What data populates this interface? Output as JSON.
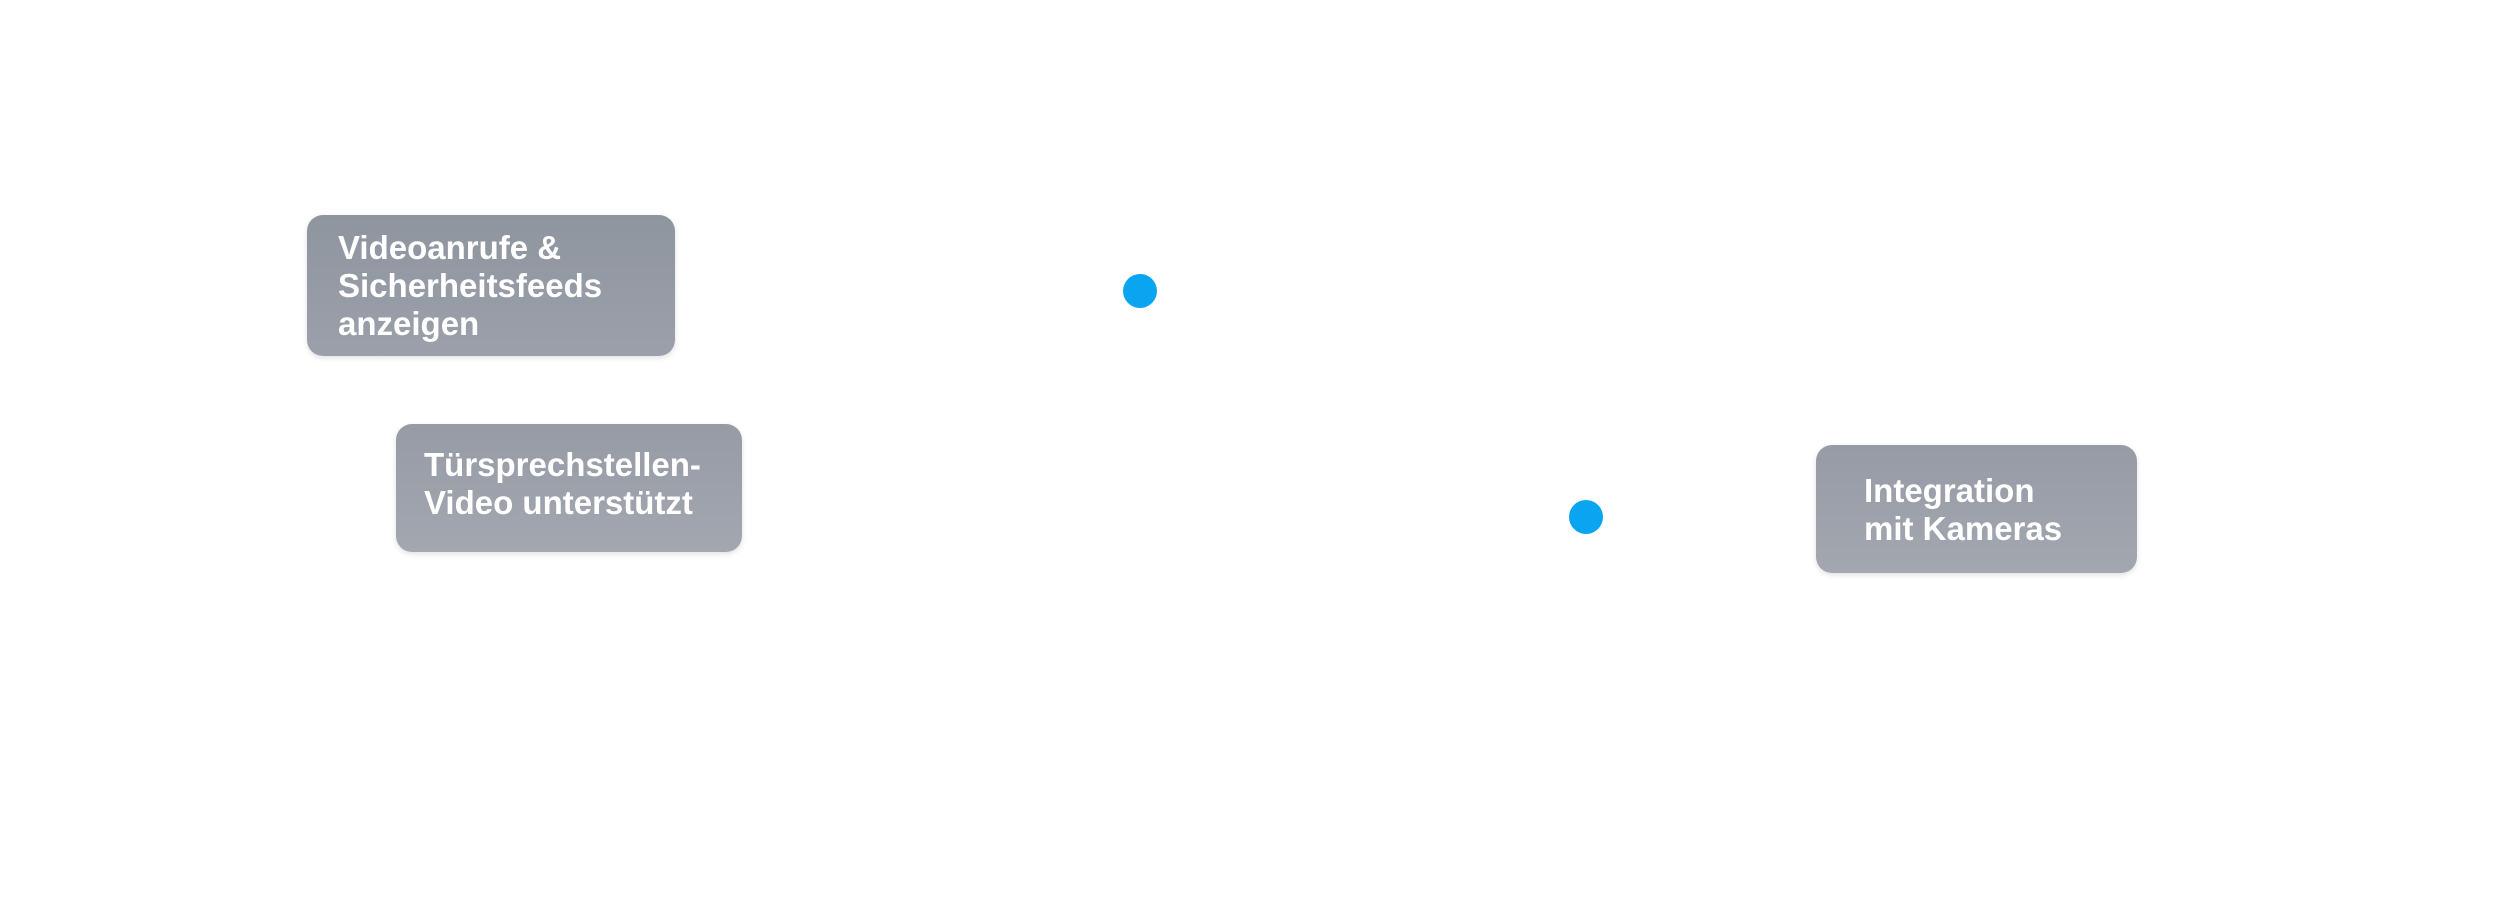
{
  "callouts": {
    "video_calls": "Videoanrufe &\nSicherheitsfeeds\nanzeigen",
    "intercom": "Türsprechstellen-\nVideo unterstützt",
    "cameras": "Integration\nmit Kameras"
  },
  "colors": {
    "hotspot": "#0aa5f0",
    "callout_background": "#979ca6",
    "callout_text": "#ffffff",
    "background": "#ffffff"
  }
}
